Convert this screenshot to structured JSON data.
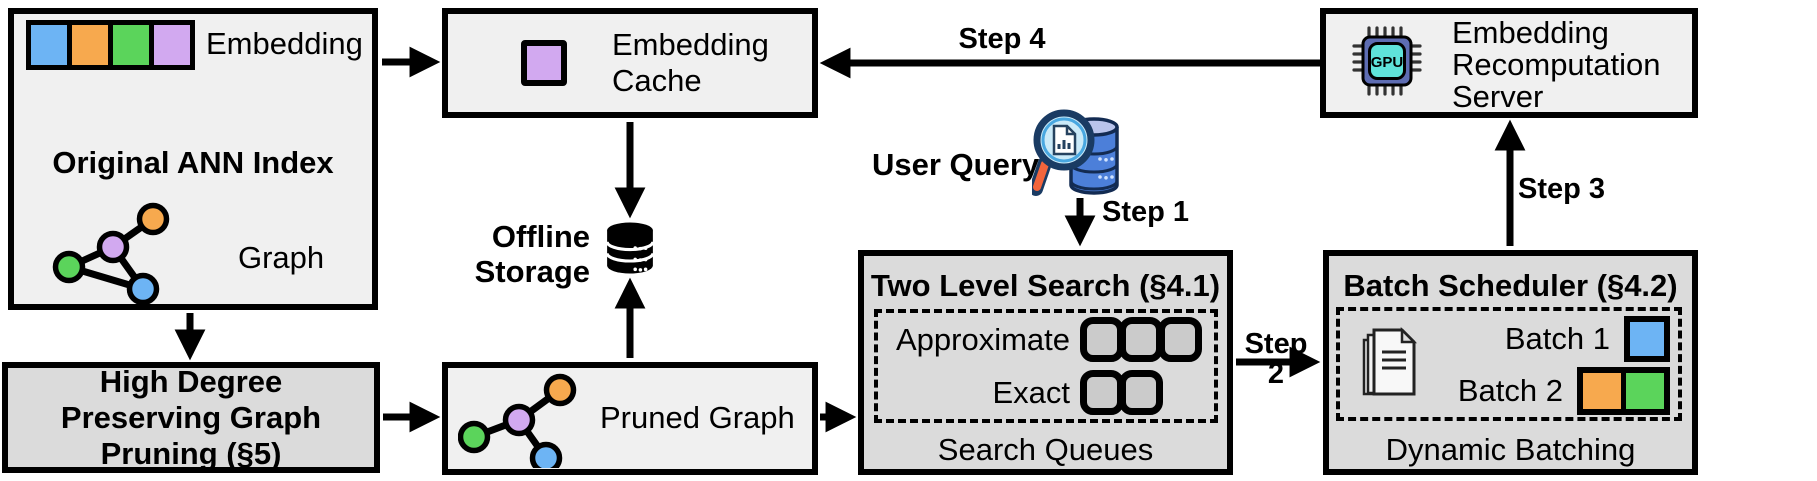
{
  "palette": {
    "blue": "#6DB4F4",
    "orange": "#F7A94E",
    "green": "#5BD45B",
    "purple": "#D2A9F0",
    "queue_slot": "#CBCBCB",
    "chip_body": "#5E6DB3",
    "chip_screen": "#5FE3DA",
    "db_blue": "#4C7FD9",
    "db_band": "#B9C4EC",
    "lens": "#CBEAF8",
    "handle": "#F2653C"
  },
  "boxes": {
    "original_ann_index": {
      "embedding_label": "Embedding",
      "title": "Original ANN Index",
      "graph_label": "Graph"
    },
    "embedding_cache": {
      "label": "Embedding Cache"
    },
    "recomputation_server": {
      "label": "Embedding Recomputation Server",
      "gpu_label": "GPU"
    },
    "offline_storage": {
      "label": "Offline Storage"
    },
    "user_query": {
      "label": "User Query"
    },
    "two_level_search": {
      "title": "Two Level Search (§4.1)",
      "approximate_label": "Approximate",
      "exact_label": "Exact",
      "footer": "Search Queues"
    },
    "batch_scheduler": {
      "title": "Batch Scheduler (§4.2)",
      "batch1_label": "Batch 1",
      "batch2_label": "Batch 2",
      "footer": "Dynamic Batching"
    },
    "graph_pruning": {
      "title": "High Degree Preserving Graph Pruning (§5)"
    },
    "pruned_graph": {
      "label": "Pruned Graph"
    }
  },
  "arrows": {
    "step1": "Step 1",
    "step2": "Step 2",
    "step3": "Step 3",
    "step4": "Step 4"
  }
}
